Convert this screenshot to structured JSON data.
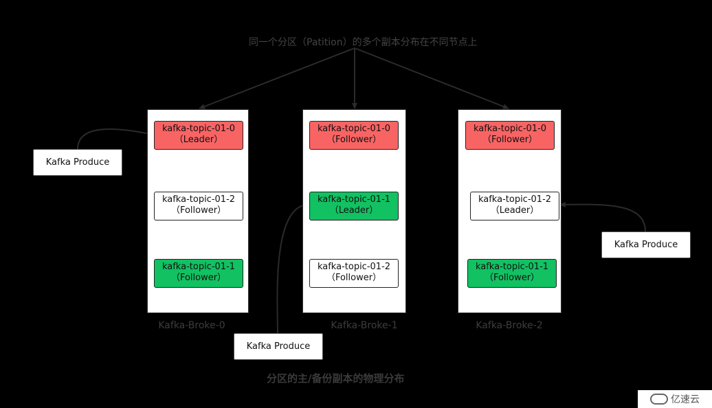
{
  "heading": "同一个分区（Patition）的多个副本分布在不同节点上",
  "footer": "分区的主/备份副本的物理分布",
  "watermark": "亿速云",
  "producer_label": "Kafka Produce",
  "colors": {
    "leader_red": "#f86464",
    "green": "#12c162",
    "background": "#000000"
  },
  "brokers": [
    {
      "name": "Kafka-Broke-0",
      "partitions": [
        {
          "topic": "kafka-topic-01-0",
          "role": "（Leader）",
          "color": "red"
        },
        {
          "topic": "kafka-topic-01-2",
          "role": "（Follower）",
          "color": "white"
        },
        {
          "topic": "kafka-topic-01-1",
          "role": "（Follower）",
          "color": "green"
        }
      ]
    },
    {
      "name": "Kafka-Broke-1",
      "partitions": [
        {
          "topic": "kafka-topic-01-0",
          "role": "（Follower）",
          "color": "red"
        },
        {
          "topic": "kafka-topic-01-1",
          "role": "（Leader）",
          "color": "green"
        },
        {
          "topic": "kafka-topic-01-2",
          "role": "（Follower）",
          "color": "white"
        }
      ]
    },
    {
      "name": "Kafka-Broke-2",
      "partitions": [
        {
          "topic": "kafka-topic-01-0",
          "role": "（Follower）",
          "color": "red"
        },
        {
          "topic": "kafka-topic-01-2",
          "role": "（Leader）",
          "color": "white"
        },
        {
          "topic": "kafka-topic-01-1",
          "role": "（Follower）",
          "color": "green"
        }
      ]
    }
  ]
}
